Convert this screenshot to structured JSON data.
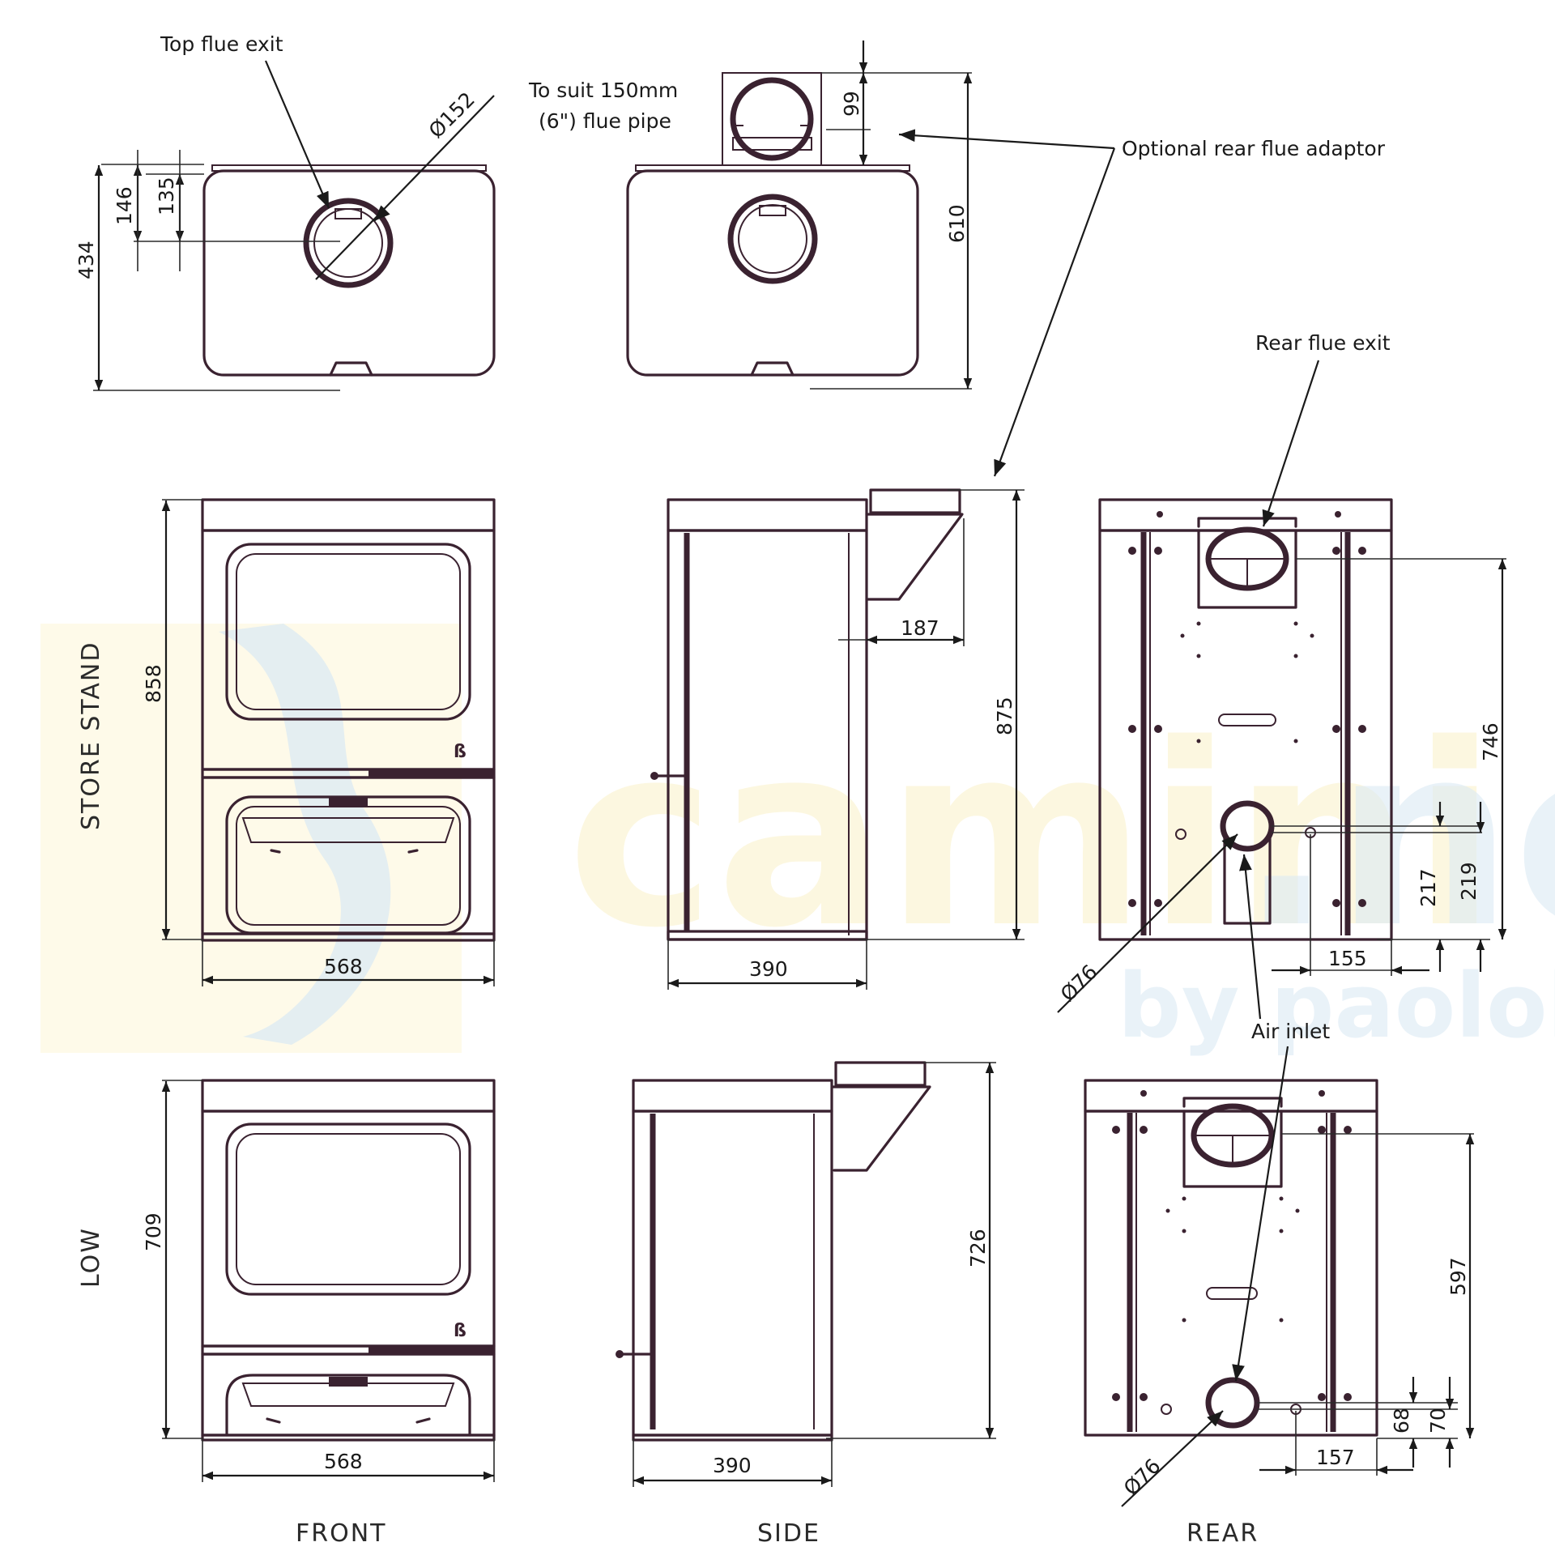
{
  "watermark": {
    "part1": "camini",
    "part2": ".net",
    "byline": "by paolobarzotti"
  },
  "views": {
    "front": "FRONT",
    "side": "SIDE",
    "rear": "REAR"
  },
  "rows": {
    "store_stand": "STORE STAND",
    "low": "LOW"
  },
  "callouts": {
    "top_flue_exit": "Top flue exit",
    "flue_pipe_line1": "To suit 150mm",
    "flue_pipe_line2": "(6\") flue pipe",
    "optional_rear_flue_adaptor": "Optional rear flue adaptor",
    "rear_flue_exit": "Rear flue exit",
    "air_inlet": "Air inlet"
  },
  "dimensions": {
    "top_view": {
      "depth": "434",
      "flue_offset_outer": "146",
      "flue_offset_inner": "135",
      "flue_diameter": "Ø152"
    },
    "top_view_adaptor": {
      "adaptor_projection": "99",
      "overall_depth": "610"
    },
    "store_stand": {
      "height_front": "858",
      "width_front": "568",
      "adaptor_depth": "187",
      "height_side": "875",
      "depth_side": "390",
      "rear_flue_height": "746",
      "air_inlet_height_a": "217",
      "air_inlet_height_b": "219",
      "air_inlet_offset": "155",
      "air_inlet_diameter": "Ø76"
    },
    "low": {
      "height_front": "709",
      "width_front": "568",
      "height_side": "726",
      "depth_side": "390",
      "rear_flue_height": "597",
      "air_inlet_height_a": "68",
      "air_inlet_height_b": "70",
      "air_inlet_offset": "157",
      "air_inlet_diameter": "Ø76"
    }
  }
}
